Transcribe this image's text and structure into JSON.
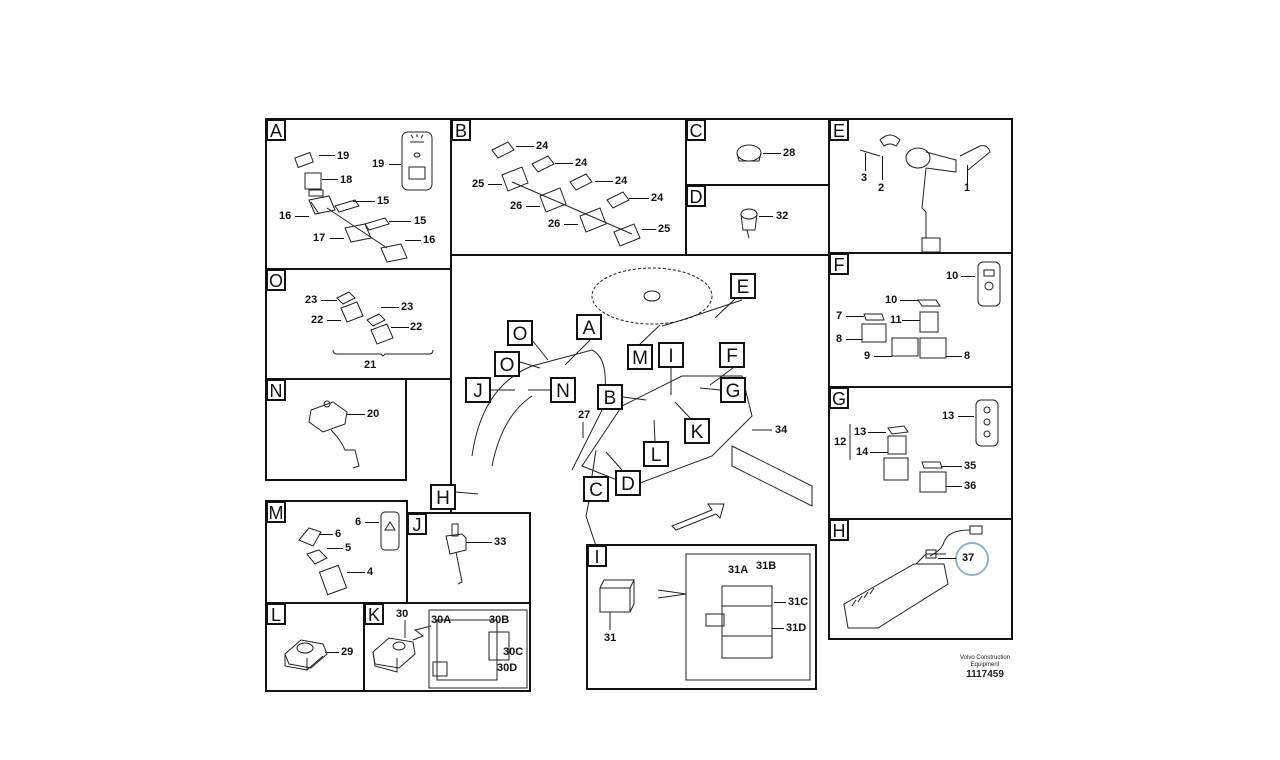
{
  "diagram": {
    "title": "Volvo Construction Equipment parts diagram",
    "credit_line1": "Volvo Construction",
    "credit_line2": "Equipment",
    "drawing_number": "1117459",
    "highlight_color": "#8fb3d0"
  },
  "panels": {
    "A": {
      "tag": "A",
      "labels": [
        "19",
        "19",
        "18",
        "15",
        "15",
        "16",
        "17",
        "16"
      ]
    },
    "B": {
      "tag": "B",
      "labels": [
        "24",
        "24",
        "24",
        "24",
        "25",
        "26",
        "26",
        "25"
      ]
    },
    "C": {
      "tag": "C",
      "labels": [
        "28"
      ]
    },
    "D": {
      "tag": "D",
      "labels": [
        "32"
      ]
    },
    "E": {
      "tag": "E",
      "labels": [
        "3",
        "2",
        "1"
      ]
    },
    "F": {
      "tag": "F",
      "labels": [
        "10",
        "10",
        "7",
        "11",
        "8",
        "9",
        "8"
      ]
    },
    "G": {
      "tag": "G",
      "labels": [
        "13",
        "12",
        "13",
        "14",
        "35",
        "36"
      ]
    },
    "H": {
      "tag": "H",
      "labels": [
        "37"
      ]
    },
    "O": {
      "tag": "O",
      "labels": [
        "23",
        "23",
        "22",
        "22",
        "21"
      ]
    },
    "N": {
      "tag": "N",
      "labels": [
        "20"
      ]
    },
    "M": {
      "tag": "M",
      "labels": [
        "6",
        "6",
        "5",
        "4"
      ]
    },
    "J": {
      "tag": "J",
      "labels": [
        "33"
      ]
    },
    "L": {
      "tag": "L",
      "labels": [
        "29"
      ]
    },
    "K": {
      "tag": "K",
      "labels": [
        "30",
        "30A",
        "30B",
        "30C",
        "30D"
      ]
    },
    "I": {
      "tag": "I",
      "labels": [
        "31",
        "31A",
        "31B",
        "31C",
        "31D"
      ]
    }
  },
  "overview": {
    "callouts": [
      "O",
      "A",
      "O",
      "J",
      "N",
      "M",
      "I",
      "E",
      "F",
      "B",
      "G",
      "K",
      "L",
      "C",
      "D",
      "H"
    ],
    "numbers": [
      "27",
      "34"
    ]
  }
}
